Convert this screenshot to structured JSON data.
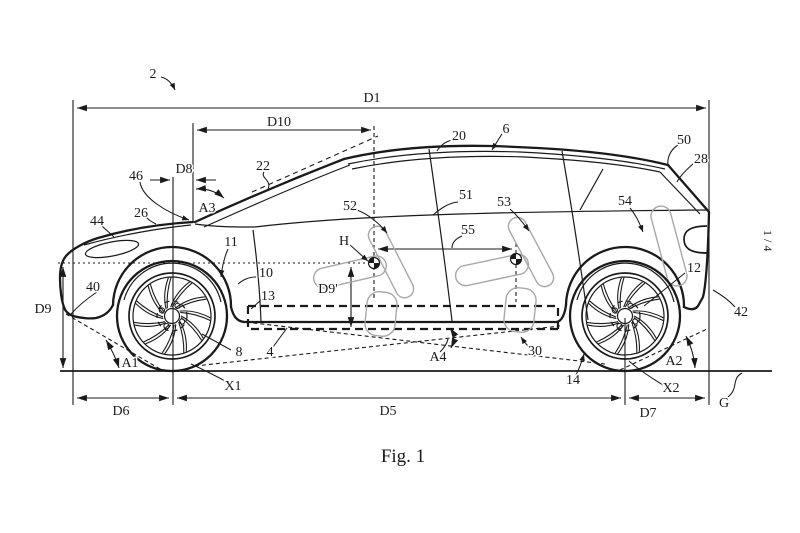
{
  "figure": {
    "caption": "Fig. 1",
    "sheet_indicator": "1 / 4"
  },
  "dimension_labels": {
    "D1": "D1",
    "D5": "D5",
    "D6": "D6",
    "D7": "D7",
    "D8": "D8",
    "D9": "D9",
    "D9p": "D9'",
    "D10": "D10",
    "A1": "A1",
    "A2": "A2",
    "A3": "A3",
    "A4": "A4",
    "X1": "X1",
    "X2": "X2",
    "G": "G",
    "H": "H"
  },
  "reference_numerals": {
    "n2": "2",
    "n4": "4",
    "n6": "6",
    "n8": "8",
    "n10": "10",
    "n11": "11",
    "n12": "12",
    "n13": "13",
    "n14": "14",
    "n20": "20",
    "n22": "22",
    "n26": "26",
    "n28": "28",
    "n30": "30",
    "n40": "40",
    "n42": "42",
    "n44": "44",
    "n46": "46",
    "n50": "50",
    "n51": "51",
    "n52": "52",
    "n53": "53",
    "n54": "54",
    "n55": "55"
  }
}
